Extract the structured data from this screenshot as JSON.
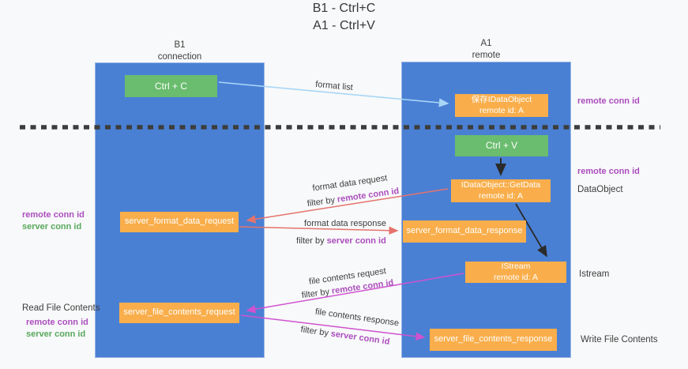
{
  "title": {
    "line1": "B1 - Ctrl+C",
    "line2": "A1 - Ctrl+V"
  },
  "lanes": {
    "left": {
      "name": "B1",
      "subtitle": "connection"
    },
    "right": {
      "name": "A1",
      "subtitle": "remote"
    }
  },
  "boxes": {
    "ctrl_c": "Ctrl + C",
    "ctrl_v": "Ctrl + V",
    "save_dataobject": {
      "line1": "保存IDataObject",
      "line2": "remote id: A"
    },
    "getdata": {
      "line1": "IDataObject::GetData",
      "line2": "remote id: A"
    },
    "istream": {
      "line1": "IStream",
      "line2": "remote id: A"
    },
    "server_format_data_request": "server_format_data_request",
    "server_format_data_response": "server_format_data_response",
    "server_file_contents_request": "server_file_contents_request",
    "server_file_contents_response": "server_file_contents_response"
  },
  "flow": {
    "format_list": "format list",
    "format_data_request": "format data request",
    "format_data_response": "format data response",
    "file_contents_request": "file contents request",
    "file_contents_response": "file contents response",
    "filter_by": "filter by",
    "remote_conn_id": "remote conn id",
    "server_conn_id": "server conn id"
  },
  "side": {
    "remote_conn_id": "remote conn id",
    "server_conn_id": "server conn id",
    "dataobject": "DataObject",
    "istream": "Istream",
    "read_file_contents": "Read File Contents",
    "write_file_contents": "Write File Contents"
  },
  "colors": {
    "lane_blue": "#4a80d4",
    "node_green": "#6abc6e",
    "node_orange": "#f9ae4b",
    "label_purple": "#ab4ebd",
    "label_green": "#57a85c",
    "arrow_light_blue": "#a8d6f6",
    "arrow_red": "#e5736d",
    "arrow_magenta": "#cf52cf",
    "arrow_black": "#2b2b2b",
    "separator": "#3d3d3d",
    "background": "#f8f9fa"
  }
}
